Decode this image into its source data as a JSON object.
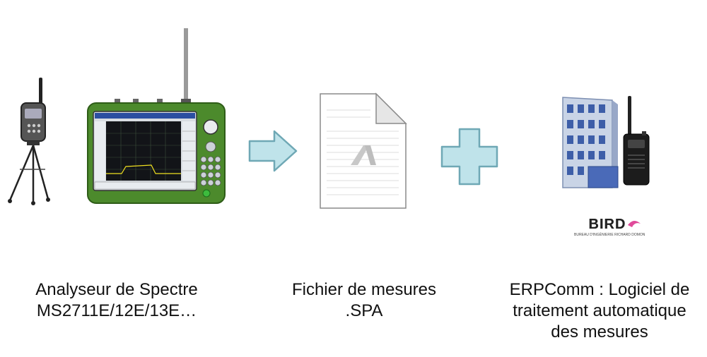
{
  "captions": {
    "analyzer": [
      "Analyseur de Spectre",
      "MS2711E/12E/13E…"
    ],
    "file": [
      "Fichier de mesures",
      ".SPA"
    ],
    "software": [
      "ERPComm : Logiciel de",
      "traitement automatique",
      "des mesures"
    ]
  },
  "logo": {
    "wordmark": "BIRD",
    "tagline": "Bureau d'Ingénierie Richard Domon"
  },
  "colors": {
    "arrow_fill": "#bfe3ea",
    "arrow_stroke": "#6fa8b5",
    "device_green": "#4c8a2c",
    "logo_pink": "#e04a9a"
  },
  "icons": {
    "tripod_radio": "walkie-talkie-on-tripod-icon",
    "analyzer": "spectrum-analyzer-icon",
    "arrow": "right-arrow-icon",
    "document": "document-file-icon",
    "plus": "plus-icon",
    "building": "office-building-icon",
    "radio": "walkie-talkie-icon"
  }
}
